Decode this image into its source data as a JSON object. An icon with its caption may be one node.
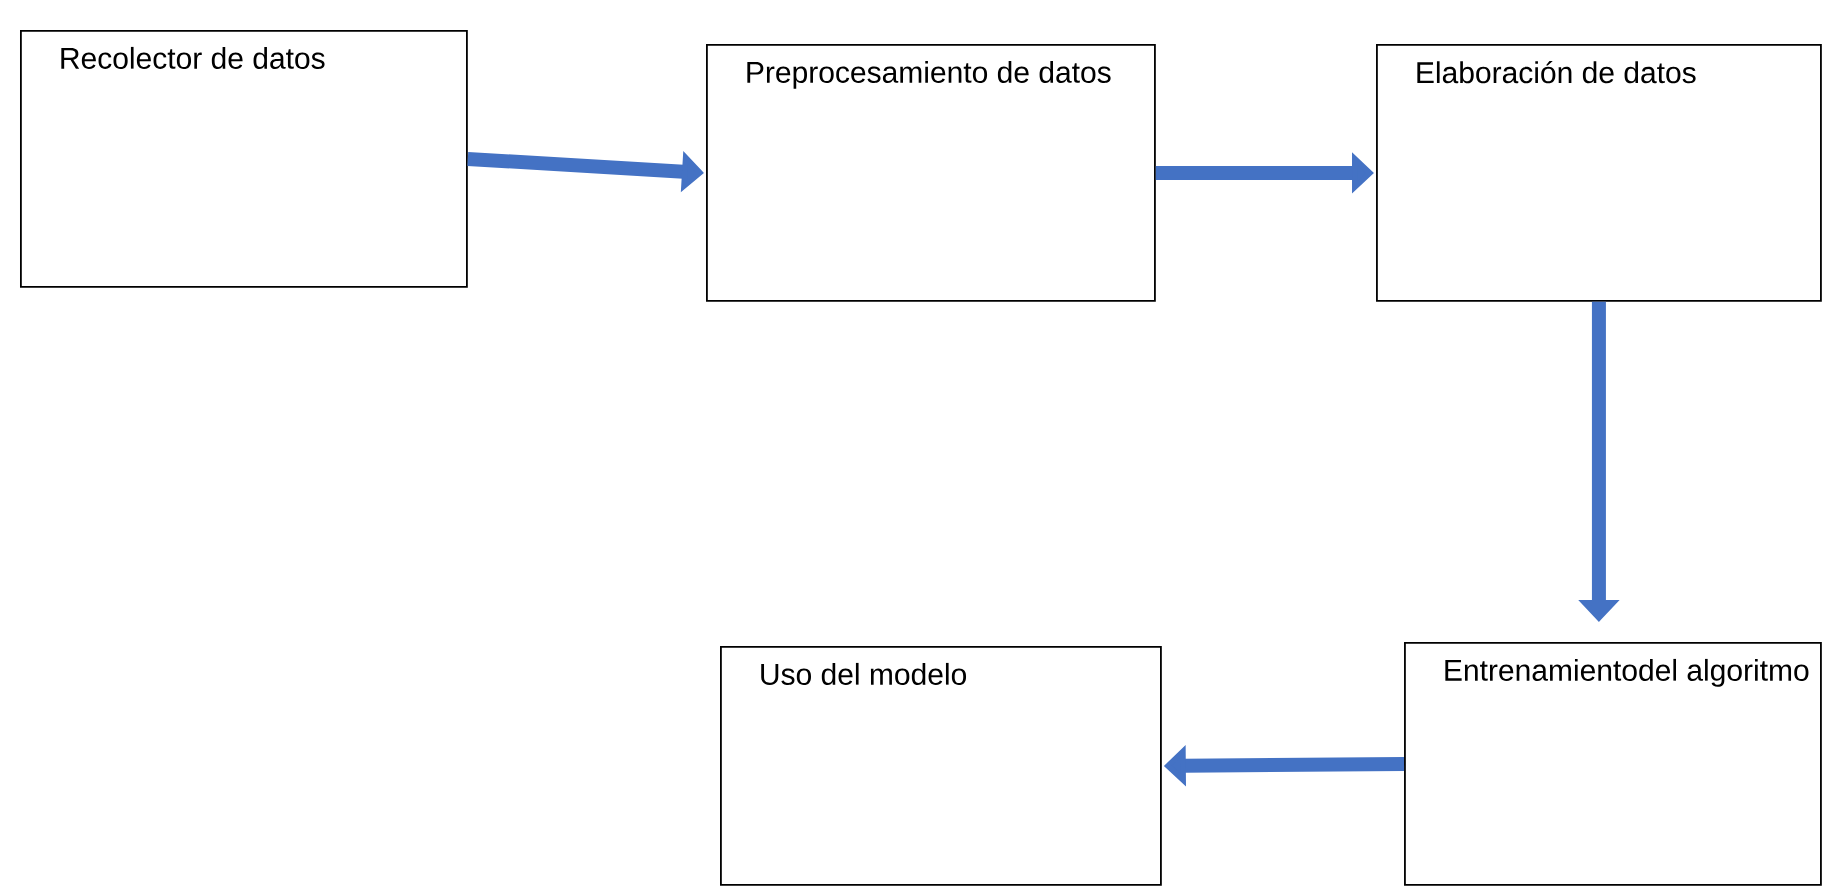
{
  "diagram": {
    "nodes": [
      {
        "text": [
          "Recolector de datos"
        ]
      },
      {
        "text": [
          "Preprocesamiento de datos"
        ]
      },
      {
        "text": [
          "Elaboración de datos"
        ]
      },
      {
        "text": [
          "Entrenamientodel algoritmo"
        ]
      },
      {
        "text": [
          "Uso del modelo"
        ]
      }
    ],
    "edges": [
      {
        "from": 0,
        "to": 1,
        "arrow": "to"
      },
      {
        "from": 1,
        "to": 2,
        "arrow": "to"
      },
      {
        "from": 2,
        "to": 3,
        "arrow": "to"
      },
      {
        "from": 3,
        "to": 4,
        "arrow": "to"
      }
    ]
  }
}
